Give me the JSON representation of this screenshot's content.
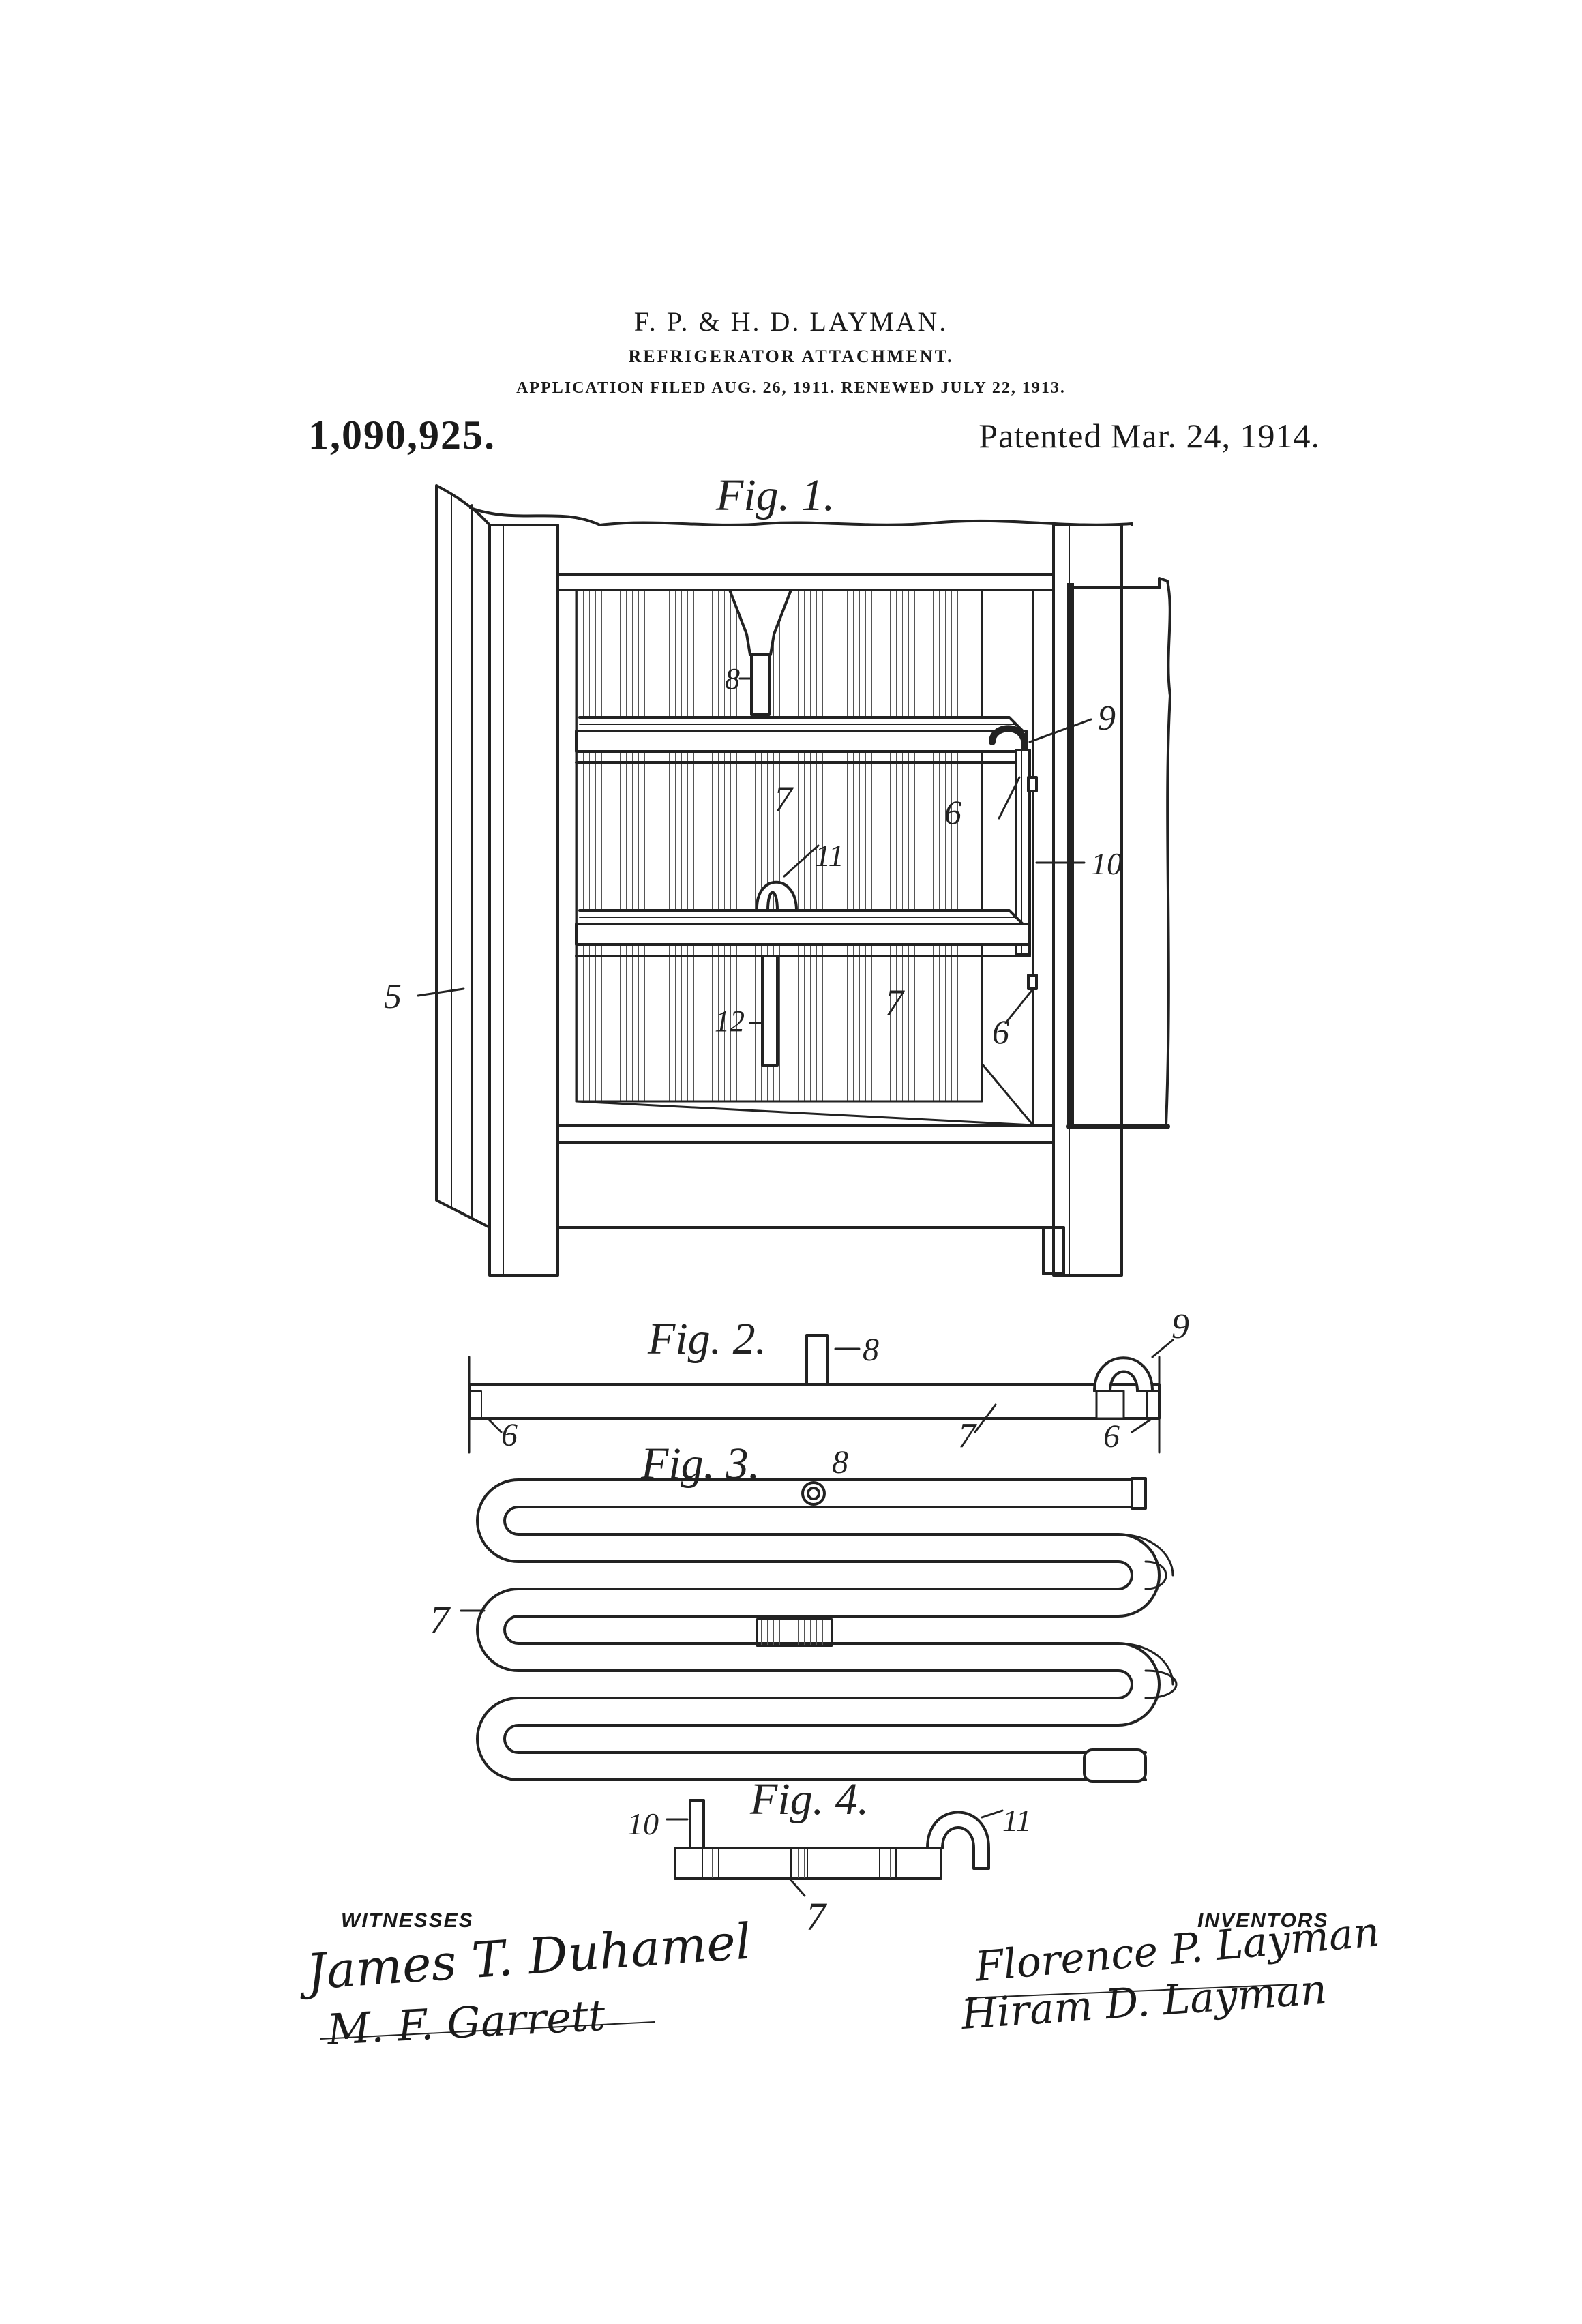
{
  "header": {
    "inventors": "F. P. & H. D. LAYMAN.",
    "title": "REFRIGERATOR ATTACHMENT.",
    "application": "APPLICATION FILED AUG. 26, 1911. RENEWED JULY 22, 1913."
  },
  "patent": {
    "number": "1,090,925.",
    "date": "Patented Mar. 24, 1914."
  },
  "figures": {
    "fig1": {
      "caption": "Fig. 1.",
      "labels": {
        "frame": "5",
        "pipe_outlet": "8",
        "elbow": "9",
        "bracket_upper": "6",
        "coil_upper": "7",
        "riser": "10",
        "return_bend": "11",
        "coil_lower": "7",
        "drain": "12",
        "bracket_lower": "6"
      }
    },
    "fig2": {
      "caption": "Fig. 2.",
      "labels": {
        "inlet": "8",
        "elbow": "9",
        "bracket_left": "6",
        "coil": "7",
        "bracket_right": "6"
      }
    },
    "fig3": {
      "caption": "Fig. 3.",
      "labels": {
        "inlet": "8",
        "coil": "7"
      }
    },
    "fig4": {
      "caption": "Fig. 4.",
      "labels": {
        "riser": "10",
        "bend": "11",
        "coil": "7"
      }
    }
  },
  "witnesses": {
    "label": "WITNESSES",
    "names": [
      "James T. Duhamel",
      "M. F. Garrett"
    ]
  },
  "inventors": {
    "label": "INVENTORS",
    "names": [
      "Florence P. Layman",
      "Hiram D. Layman"
    ]
  }
}
